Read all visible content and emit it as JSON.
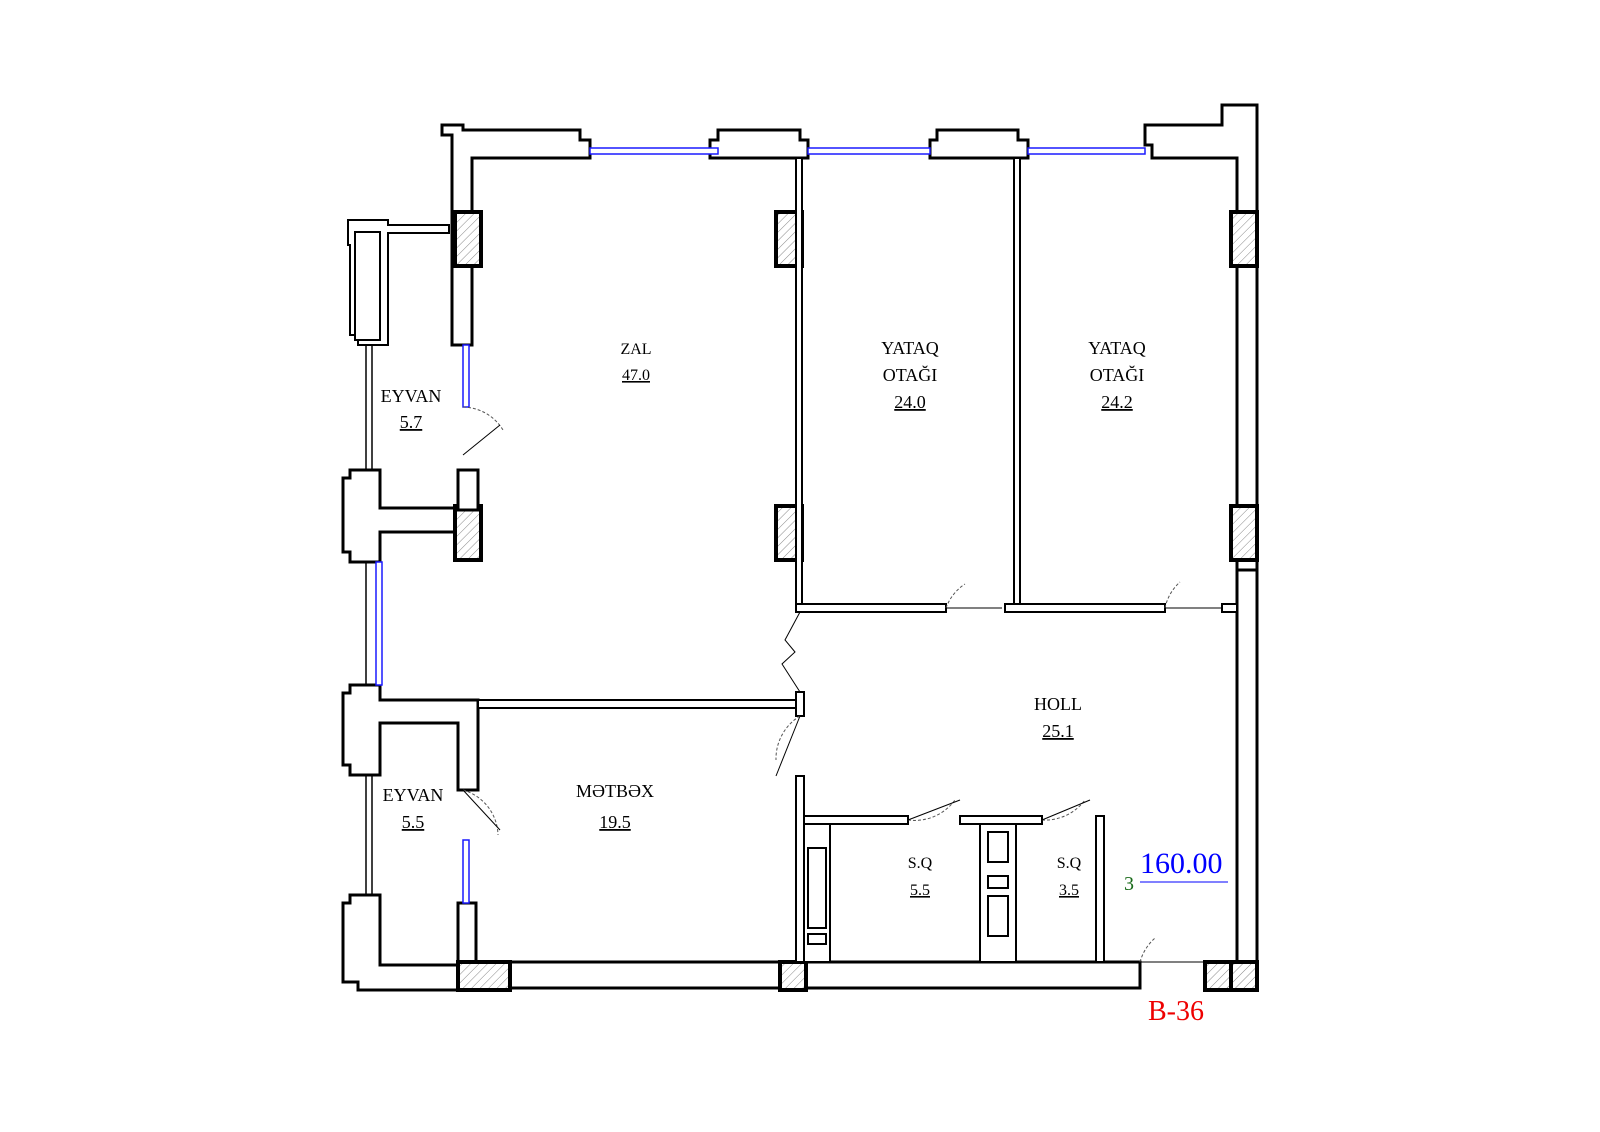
{
  "rooms": {
    "zal": {
      "name": "ZAL",
      "area": "47.0"
    },
    "bedroom1": {
      "name_line1": "YATAQ",
      "name_line2": "OTAĞI",
      "area": "24.0"
    },
    "bedroom2": {
      "name_line1": "YATAQ",
      "name_line2": "OTAĞI",
      "area": "24.2"
    },
    "balcony_top": {
      "name": "EYVAN",
      "area": "5.7"
    },
    "balcony_bottom": {
      "name": "EYVAN",
      "area": "5.5"
    },
    "kitchen": {
      "name": "MƏTBƏX",
      "area": "19.5"
    },
    "hall": {
      "name": "HOLL",
      "area": "25.1"
    },
    "bath1": {
      "name": "S.Q",
      "area": "5.5"
    },
    "bath2": {
      "name": "S.Q",
      "area": "3.5"
    }
  },
  "summary": {
    "floor": "3",
    "total_area": "160.00",
    "unit_code": "B-36"
  },
  "colors": {
    "walls": "#000000",
    "windows": "#1a1aff",
    "total_area": "#0000ff",
    "floor": "#1a6b1a",
    "unit_code": "#ee0000"
  }
}
